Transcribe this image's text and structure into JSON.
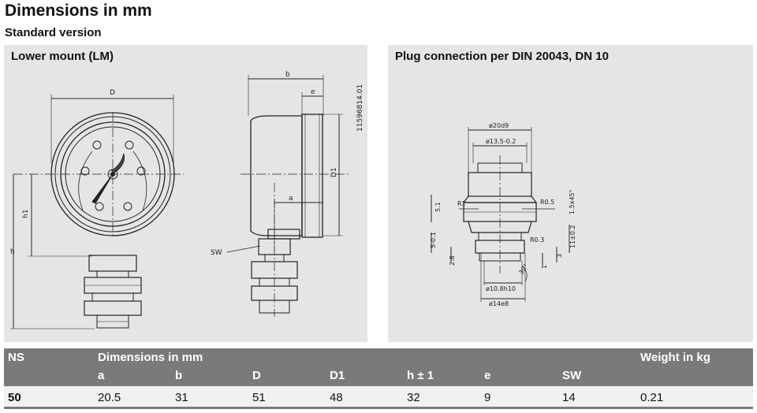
{
  "page": {
    "title": "Dimensions in mm",
    "subtitle": "Standard version"
  },
  "left_panel": {
    "title": "Lower mount (LM)",
    "labels": {
      "D": "D",
      "b": "b",
      "e": "e",
      "D1": "D1",
      "a": "a",
      "h1": "h1",
      "h": "h",
      "SW": "SW",
      "drawing_no": "11596814.01"
    }
  },
  "right_panel": {
    "title": "Plug connection per DIN 20043, DN 10",
    "labels": {
      "d20": "ø20d9",
      "d13": "ø13.5-0.2",
      "r1": "R1",
      "r05": "R0.5",
      "chamfer": "1.5x45°",
      "h51": "5.1",
      "h5": "5-0.1",
      "h28": "2.8",
      "r03": "R0.3",
      "h11": "11±0.2",
      "h3": "3",
      "h1": "1",
      "angle": "30°",
      "d108": "ø10.8h10",
      "d14": "ø14e8"
    }
  },
  "table": {
    "header": {
      "ns": "NS",
      "group": "Dimensions in mm",
      "weight": "Weight in kg",
      "cols": [
        "a",
        "b",
        "D",
        "D1",
        "h ± 1",
        "e",
        "SW"
      ]
    },
    "rows": [
      {
        "ns": "50",
        "values": [
          "20.5",
          "31",
          "51",
          "48",
          "32",
          "9",
          "14"
        ],
        "weight": "0.21"
      }
    ]
  }
}
